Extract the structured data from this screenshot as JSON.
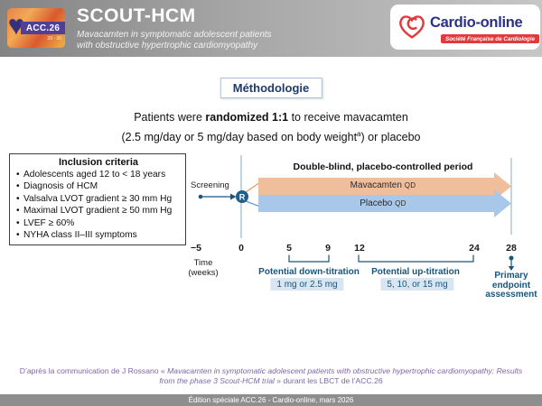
{
  "header": {
    "acc_logo": {
      "label": "ACC.26",
      "dates": "28 - 30"
    },
    "title": "SCOUT-HCM",
    "subtitle_line1": "Mavacamten in symptomatic adolescent patients",
    "subtitle_line2": "with obstructive hypertrophic cardiomyopathy",
    "cardio_online": {
      "name": "Cardio-online",
      "badge": "Société Française de Cardiologie"
    }
  },
  "section_badge": "Méthodologie",
  "intro": {
    "line1_prefix": "Patients were ",
    "line1_bold": "randomized 1:1",
    "line1_suffix": " to receive mavacamten",
    "line2_prefix": "(2.5 mg/day or 5 mg/day based on body weight",
    "line2_sup": "a",
    "line2_suffix": ") or placebo"
  },
  "inclusion": {
    "title": "Inclusion criteria",
    "items": [
      "Adolescents aged 12 to < 18 years",
      "Diagnosis of HCM",
      "Valsalva LVOT gradient ≥ 30 mm Hg",
      "Maximal LVOT gradient ≥ 50 mm Hg",
      "LVEF ≥ 60%",
      "NYHA class II–III symptoms"
    ]
  },
  "diagram": {
    "screening_label": "Screening",
    "randomization_symbol": "R",
    "period_title": "Double-blind, placebo-controlled period",
    "arm1": {
      "name": "Mavacamten",
      "freq": "QD"
    },
    "arm2": {
      "name": "Placebo",
      "freq": "QD"
    },
    "timeline": {
      "ticks": [
        "−5",
        "0",
        "5",
        "9",
        "12",
        "24",
        "28"
      ],
      "axis_label_line1": "Time",
      "axis_label_line2": "(weeks)"
    },
    "down_titration": {
      "label": "Potential down-titration",
      "doses": "1 mg or 2.5 mg"
    },
    "up_titration": {
      "label": "Potential up-titration",
      "doses": "5, 10, or 15 mg"
    },
    "primary_endpoint": "Primary endpoint assessment"
  },
  "colors": {
    "mavacamten_arrow": "#F1BE9C",
    "placebo_arrow": "#A9C7E8",
    "accent_blue": "#17557E",
    "navy_text": "#1E3A6E",
    "brand_red": "#E23A3C",
    "attribution_purple": "#7D66A8",
    "footer_gray": "#8E8E8E"
  },
  "footer": {
    "attribution_prefix": "D’après la communication de J Rossano « ",
    "attribution_italic": "Mavacamten in symptomatic adolescent patients with obstructive hypertrophic cardiomyopathy: Results from the phase 3 Scout-HCM trial",
    "attribution_suffix": " » durant les LBCT de l’ACC.26",
    "edition": "Édition spéciale ACC.26 - Cardio-online, mars 2026"
  }
}
